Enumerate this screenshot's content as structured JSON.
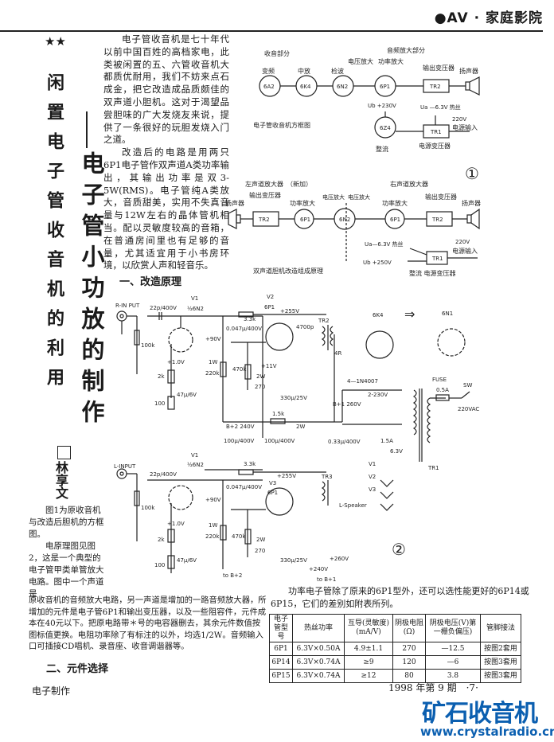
{
  "header": {
    "section": "●AV · 家庭影院"
  },
  "title": {
    "stars": "★★",
    "subtitle": "闲置电子管收音机的利用",
    "main": "电子管小功放的制作",
    "author": "林享文"
  },
  "intro": {
    "p1": "电子管收音机是七十年代以前中国百姓的高档家电，此类被闲置的五、六管收音机大都质优耐用，我们不妨来点石成金，把它改造成品质颇佳的双声道小胆机。这对于渴望品尝胆味的广大发烧友来说，提供了一条很好的玩胆发烧入门之道。",
    "p2": "改造后的电路是用两只6P1电子管作双声道A类功率输出，其输出功率是双3-5W(RMS)。电子管纯A类放大，音质甜美，实用不失真音量与12W左右的晶体管机相当。配以灵敏度较高的音箱，在普通房间里也有足够的音量，尤其适宜用于小书房环境，以欣赏人声和轻音乐。"
  },
  "section1": "一、改造原理",
  "caption": {
    "p1": "图1为原收音机与改造后胆机的方框图。",
    "p2": "电原理图见图2，这是一个典型的电子管甲类单管放大电路。图中一个声道是",
    "p3": "原收音机的音频放大电路，另一声道是增加的一路音频放大器，所增加的元件是电子管6P1和输出变压器，以及一些阻容件，元件成本在40元以下。把原电路带＊号的电容器删去，其余元件数值按图标值更换。电阻功率除了有标注的以外，均选1/2W。音频输入口可插接CD唱机、录音座、收音调谐器等。"
  },
  "section2": "二、元件选择",
  "fig1": {
    "radio_part": "收音部分",
    "audio_part": "音频放大部分",
    "l_conv": "变频",
    "l_if": "中放",
    "l_det": "检波",
    "l_va": "电压放大",
    "l_pa": "功率放大",
    "l_ot": "输出变压器",
    "l_spk": "扬声器",
    "t1": "6A2",
    "t2": "6K4",
    "t3": "6N2",
    "t4": "6P1",
    "tr2": "TR2",
    "tr1": "TR1",
    "rect": "6Z4",
    "ub": "Ub +230V",
    "ua": "Ua —6.3V 热丝",
    "ac": "220V",
    "acin": "电源输入",
    "l_rect": "整流",
    "l_ptr": "电源变压器",
    "caption": "电子管收音机方框图",
    "left_amp": "左声道放大器　（新加）",
    "right_amp": "右声道放大器",
    "va": "电压放大",
    "pa": "功率放大",
    "ot": "输出变压器",
    "spk": "扬声器",
    "ua2": "Ua—6.3V 热丝",
    "ub2": "Ub +250V",
    "rect2": "整流 电源变压器",
    "caption2": "双声道胆机改造组成原理",
    "num": "①"
  },
  "fig2": {
    "rin": "R-IN PUT",
    "lin": "L-INPUT",
    "v1": "V1",
    "v1t": "½6N2",
    "v2": "V2",
    "v2t": "6P1",
    "v3": "V3",
    "v3t": "6P1",
    "c22p": "22p/400V",
    "r100k": "100k",
    "r33k": "3.3k",
    "b255": "+255V",
    "c4700": "4700p",
    "tr2": "TR2",
    "tr3": "TR3",
    "r4": "4R",
    "v90": "+90V",
    "c047": "0.047μ/400V",
    "r470k": "470k",
    "r220k": "220k",
    "w1": "1W",
    "v10": "+1.0V",
    "v11": "+11V",
    "r2k": "2k",
    "r100": "100",
    "c47u": "47μ/6V",
    "r270": "270",
    "w2": "2W",
    "c330": "330μ/25V",
    "b2": "B+2 240V",
    "r15k": "1.5k",
    "c100a": "100μ/400V",
    "c100b": "100μ/400V",
    "c033": "0.33μ/400V",
    "b1": "B+1 260V",
    "diodes": "4—1N4007",
    "sec230": "2-230V",
    "fuse": "FUSE",
    "f05": "0.5A",
    "sw": "SW",
    "ac": "220VAC",
    "tr1": "TR1",
    "a15": "1.5A",
    "v63": "6.3V",
    "vl1": "V1",
    "vl2": "V2",
    "vl3": "V3",
    "t6k4": "6K4",
    "t6n1": "6N1",
    "arrow": "⇒",
    "lspk": "L-Speaker",
    "b240": "+240V",
    "tob2": "to B+2",
    "tob1": "to B+1",
    "b260": "+260V",
    "num": "②"
  },
  "right_intro": "功率电子管除了原来的6P1型外，还可以选性能更好的6P14或6P15，它们的差别如附表所列。",
  "table": {
    "headers": [
      "电子管型号",
      "热丝功率",
      "互导(灵敏度)(mA/V)",
      "阴极电阻(Ω)",
      "阴极电压(V)第一栅负偏压)",
      "管脚接法"
    ],
    "rows": [
      [
        "6P1",
        "6.3V×0.50A",
        "4.9±1.1",
        "270",
        "—12.5",
        "按图2套用"
      ],
      [
        "6P14",
        "6.3V×0.74A",
        "≥9",
        "120",
        "—6",
        "按图3套用"
      ],
      [
        "6P15",
        "6.3V×0.74A",
        "≥12",
        "80",
        "3.8",
        "按图3套用"
      ]
    ]
  },
  "footer": {
    "magazine": "电子制作",
    "issue": "1998 年第 9 期　·7·"
  },
  "watermark": {
    "name": "矿石收音机",
    "url": "www.crystalradio.cn"
  }
}
